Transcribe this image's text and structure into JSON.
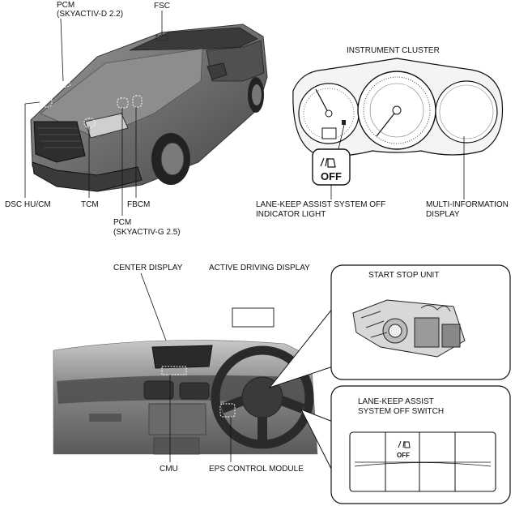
{
  "labels": {
    "pcm_diesel": "PCM",
    "pcm_diesel_sub": "(SKYACTIV-D 2.2)",
    "fsc": "FSC",
    "instrument_cluster": "INSTRUMENT CLUSTER",
    "dsc": "DSC HU/CM",
    "tcm": "TCM",
    "fbcm": "FBCM",
    "pcm_gas": "PCM",
    "pcm_gas_sub": "(SKYACTIV-G 2.5)",
    "lkas_light_1": "LANE-KEEP ASSIST SYSTEM OFF",
    "lkas_light_2": "INDICATOR LIGHT",
    "mid_1": "MULTI-INFORMATION",
    "mid_2": "DISPLAY",
    "center_display": "CENTER DISPLAY",
    "active_driving_display": "ACTIVE DRIVING DISPLAY",
    "start_stop_unit": "START STOP UNIT",
    "lkas_switch_1": "LANE-KEEP ASSIST",
    "lkas_switch_2": "SYSTEM OFF SWITCH",
    "cmu": "CMU",
    "eps": "EPS CONTROL MODULE",
    "off_glyph": "OFF"
  },
  "icons": [
    "car-icon",
    "instrument-cluster-icon",
    "lane-keep-off-icon",
    "dashboard-icon",
    "start-stop-unit-icon",
    "switch-panel-icon"
  ]
}
